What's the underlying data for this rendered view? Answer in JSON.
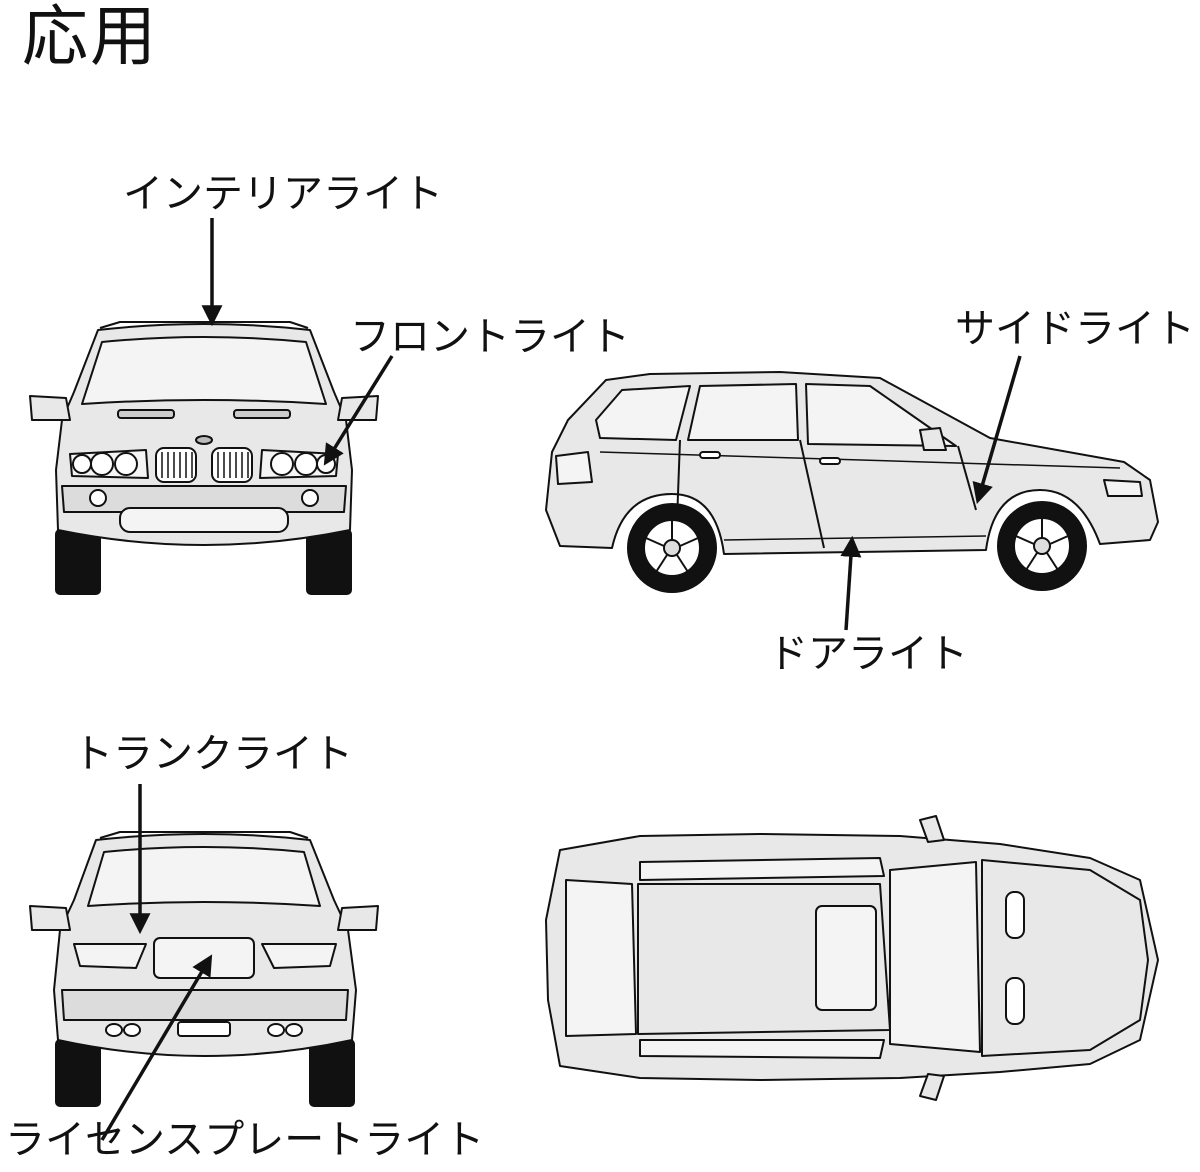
{
  "title": "応用",
  "labels": {
    "interior_light": "インテリアライト",
    "front_light": "フロントライト",
    "side_light": "サイドライト",
    "door_light": "ドアライト",
    "trunk_light": "トランクライト",
    "license_plate_light": "ライセンスプレートライト"
  },
  "colors": {
    "body_fill": "#e8e8e8",
    "outline": "#111111",
    "window_fill": "#f4f4f4",
    "tire": "#111111"
  }
}
